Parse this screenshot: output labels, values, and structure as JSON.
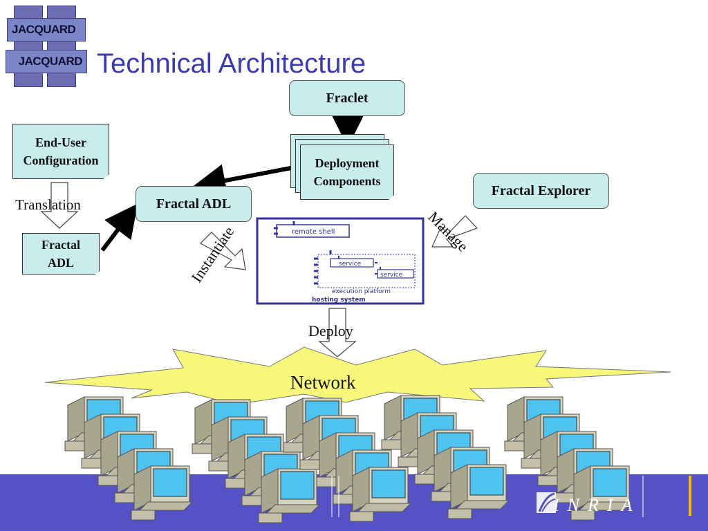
{
  "slide": {
    "title": "Technical Architecture"
  },
  "logo": {
    "top": "JACQUARD",
    "bottom": "JACQUARD"
  },
  "nodes": {
    "fraclet": "Fraclet",
    "deployment_components_line1": "Deployment",
    "deployment_components_line2": "Components",
    "end_user_config_line1": "End-User",
    "end_user_config_line2": "Configuration",
    "fractal_adl_box": "Fractal ADL",
    "fractal_adl_doc_line1": "Fractal",
    "fractal_adl_doc_line2": "ADL",
    "fractal_explorer": "Fractal Explorer",
    "network": "Network"
  },
  "labels": {
    "translation": "Translation",
    "instantiate": "Instantiate",
    "manage": "Manage",
    "deploy": "Deploy"
  },
  "platform": {
    "remote_shell": "remote shell",
    "service_1": "service",
    "service_2": "service",
    "execution_platform": "execution platform",
    "hosting_system": "hosting system"
  },
  "footer": {
    "brand": "INRIA"
  },
  "colors": {
    "title": "#3a3ab8",
    "box_fill": "#c9ecec",
    "footer": "#5452c4",
    "network": "#f7f77a",
    "platform_border": "#3030a0"
  }
}
